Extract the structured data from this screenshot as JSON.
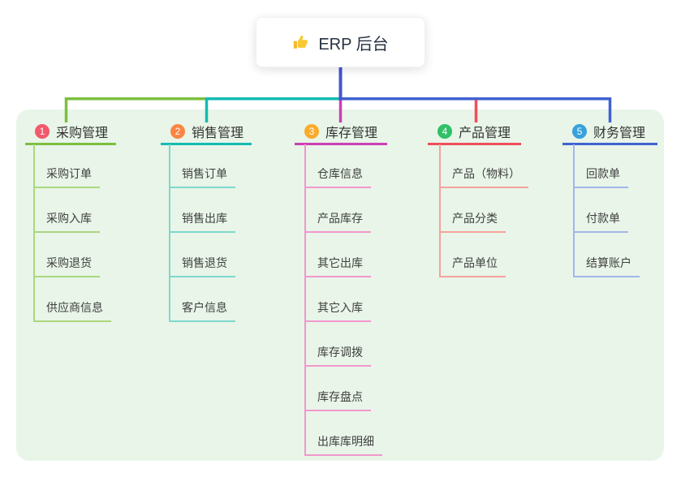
{
  "root": {
    "title": "ERP 后台",
    "icon": "thumbs-up-icon",
    "edge_color": "#4356d2"
  },
  "canvas": {
    "background": "#ffffff",
    "container_background": "#e8f5e8"
  },
  "branches": [
    {
      "index": "1",
      "label": "采购管理",
      "badge_color": "#f3586b",
      "color": "#7cbf3f",
      "light": "#a9d77f",
      "children": [
        "采购订单",
        "采购入库",
        "采购退货",
        "供应商信息"
      ]
    },
    {
      "index": "2",
      "label": "销售管理",
      "badge_color": "#fa8543",
      "color": "#13bcb2",
      "light": "#7ed8cd",
      "children": [
        "销售订单",
        "销售出库",
        "销售退货",
        "客户信息"
      ]
    },
    {
      "index": "3",
      "label": "库存管理",
      "badge_color": "#f9ab2c",
      "color": "#cc3fb4",
      "light": "#f297cd",
      "children": [
        "仓库信息",
        "产品库存",
        "其它出库",
        "其它入库",
        "库存调拨",
        "库存盘点",
        "出库库明细"
      ]
    },
    {
      "index": "4",
      "label": "产品管理",
      "badge_color": "#30c065",
      "color": "#f04d5c",
      "light": "#f6a29d",
      "children": [
        "产品（物料）",
        "产品分类",
        "产品单位"
      ]
    },
    {
      "index": "5",
      "label": "财务管理",
      "badge_color": "#38a1dd",
      "color": "#3f62d2",
      "light": "#a2b6e8",
      "children": [
        "回款单",
        "付款单",
        "结算账户"
      ]
    }
  ]
}
